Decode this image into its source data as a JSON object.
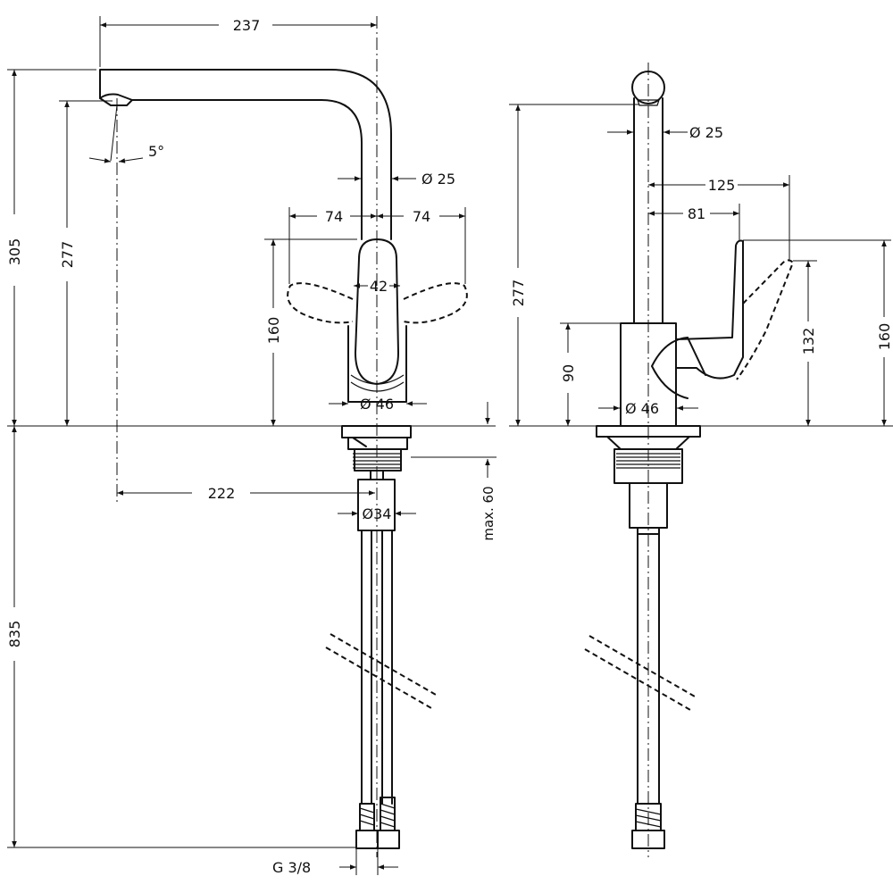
{
  "front_view": {
    "dim_spout_reach": "237",
    "dim_total_height": "305",
    "dim_outlet_height": "277",
    "dim_angle": "5°",
    "dim_spout_diameter": "Ø  25",
    "dim_lever_left": "74",
    "dim_lever_right": "74",
    "dim_lever_width": "42",
    "dim_lever_height": "160",
    "dim_base_diameter": "Ø 46",
    "dim_outlet_to_hole": "222",
    "dim_shank_diameter": "Ø34",
    "dim_max_thickness": "max. 60",
    "dim_hose_length": "835",
    "dim_connection": "G 3/8"
  },
  "side_view": {
    "dim_spout_diameter": "Ø  25",
    "dim_lever_reach_open": "125",
    "dim_lever_reach": "81",
    "dim_outlet_height": "277",
    "dim_body_height": "90",
    "dim_lever_open_height": "132",
    "dim_lever_height": "160",
    "dim_base_diameter": "Ø  46"
  }
}
